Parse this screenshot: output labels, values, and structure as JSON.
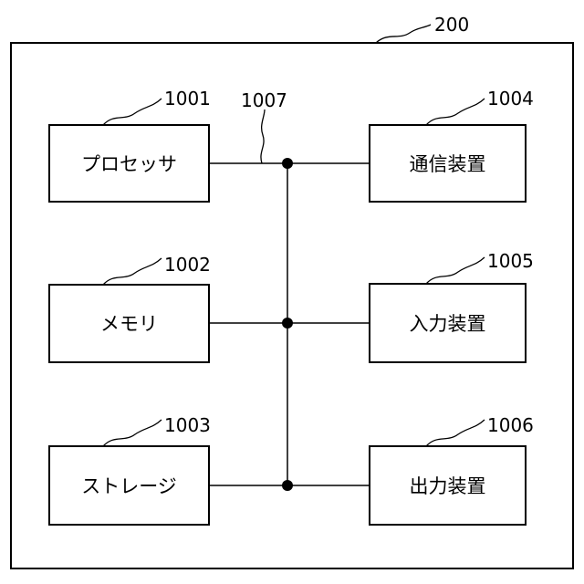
{
  "diagram": {
    "system_ref": "200",
    "bus_ref": "1007",
    "processor": {
      "ref": "1001",
      "label": "プロセッサ"
    },
    "memory": {
      "ref": "1002",
      "label": "メモリ"
    },
    "storage": {
      "ref": "1003",
      "label": "ストレージ"
    },
    "comm_device": {
      "ref": "1004",
      "label": "通信装置"
    },
    "input_device": {
      "ref": "1005",
      "label": "入力装置"
    },
    "output_device": {
      "ref": "1006",
      "label": "出力装置"
    }
  }
}
